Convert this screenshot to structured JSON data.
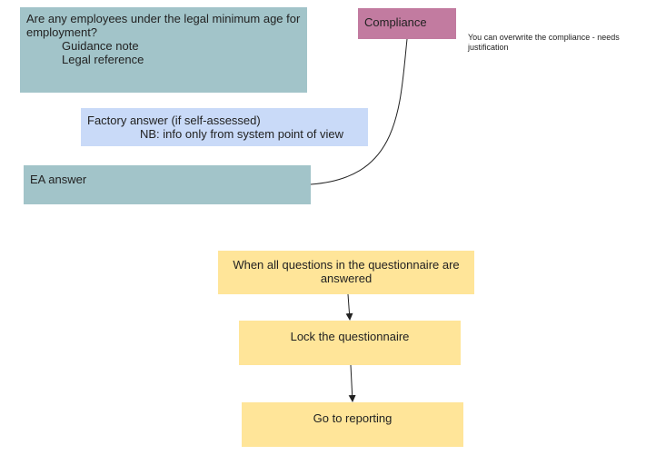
{
  "colors": {
    "teal": "#a2c4c9",
    "magenta": "#c27ba0",
    "light_blue": "#c9daf8",
    "yellow": "#ffe599",
    "line": "#222222"
  },
  "question_box": {
    "question": "Are any employees under the legal minimum age for employment?",
    "guidance": "Guidance note",
    "legal": "Legal reference"
  },
  "compliance_box": {
    "label": "Compliance"
  },
  "compliance_note": "You can overwrite the compliance - needs justification",
  "factory_box": {
    "line1": "Factory answer (if self-assessed)",
    "line2": "NB: info only from system point of view"
  },
  "ea_box": {
    "label": "EA answer"
  },
  "flow": [
    "When all questions in the questionnaire are answered",
    "Lock the questionnaire",
    "Go to reporting"
  ]
}
